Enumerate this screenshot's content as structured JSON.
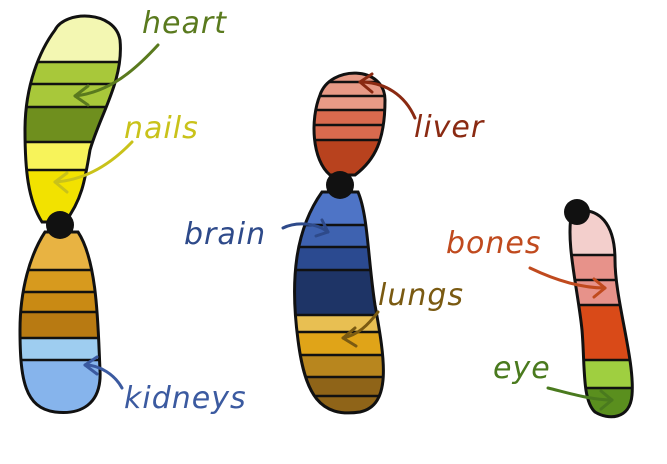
{
  "labels": {
    "heart": {
      "text": "heart",
      "color": "#5a7a1e"
    },
    "nails": {
      "text": "nails",
      "color": "#c9c21a"
    },
    "kidneys": {
      "text": "kidneys",
      "color": "#3b5aa0"
    },
    "liver": {
      "text": "liver",
      "color": "#8a2a12"
    },
    "brain": {
      "text": "brain",
      "color": "#2e4a8a"
    },
    "lungs": {
      "text": "lungs",
      "color": "#7a5a12"
    },
    "bones": {
      "text": "bones",
      "color": "#c04a1e"
    },
    "eye": {
      "text": "eye",
      "color": "#4a7a1e"
    }
  },
  "chromosomes": {
    "left": {
      "upper_arm_bands": [
        "#f3f7b2",
        "#a8c83a",
        "#6f8f1e",
        "#f7f35a",
        "#f2e200"
      ],
      "lower_arm_bands": [
        "#e8b342",
        "#d79a1e",
        "#c98a14",
        "#b87a12",
        "#9ecdf0",
        "#86b4ec"
      ]
    },
    "middle": {
      "upper_arm_bands": [
        "#e79a86",
        "#d96a4e",
        "#b8421e"
      ],
      "lower_arm_bands": [
        "#4e74c6",
        "#3e62b0",
        "#2b4a90",
        "#1e3466",
        "#e8bf52",
        "#e0a418",
        "#b8861e",
        "#8f6418"
      ]
    },
    "right": {
      "bands": [
        "#f3cfcc",
        "#e7928a",
        "#d94a18",
        "#9fcf40",
        "#5a8f1e"
      ]
    },
    "centromere_color": "#111111",
    "outline_color": "#111111"
  }
}
